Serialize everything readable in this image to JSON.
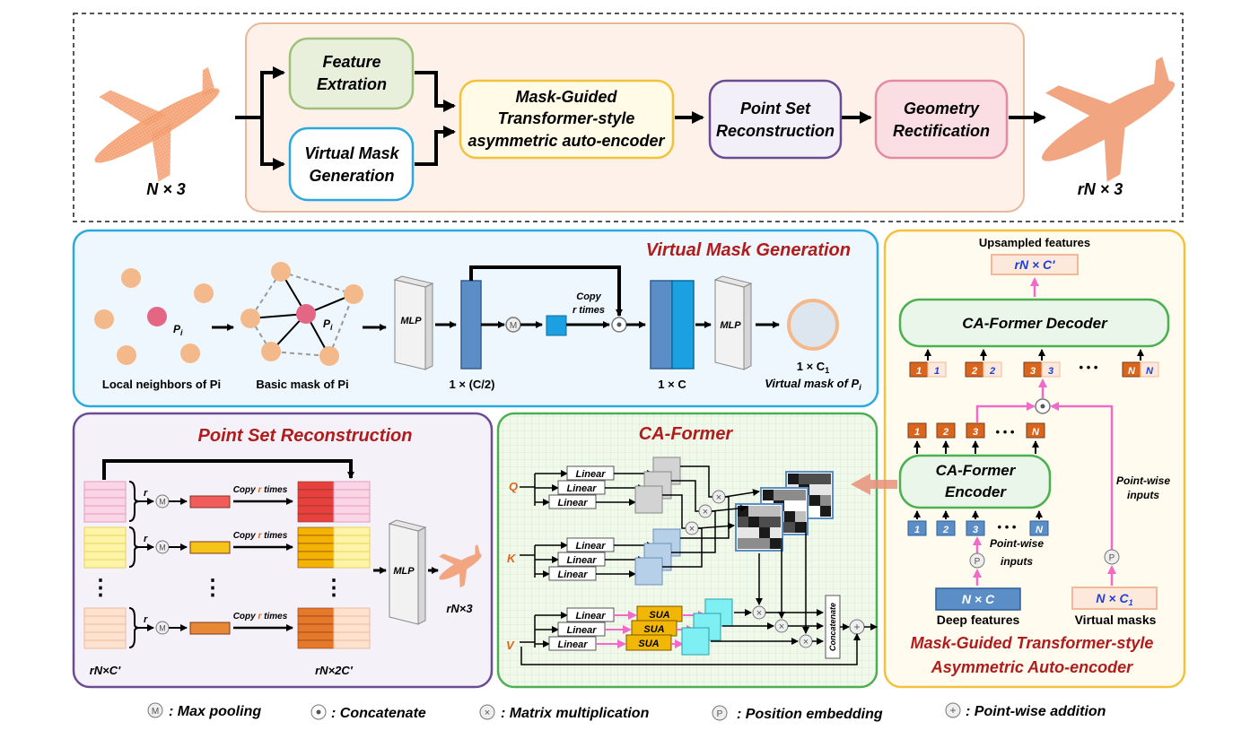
{
  "pipeline": {
    "input_label": "N × 3",
    "output_label": "rN × 3",
    "feature_extraction": [
      "Feature",
      "Extration"
    ],
    "virtual_mask": [
      "Virtual Mask",
      "Generation"
    ],
    "mask_guided": [
      "Mask-Guided",
      "Transformer-style",
      "asymmetric auto-encoder"
    ],
    "point_set": [
      "Point Set",
      "Reconstruction"
    ],
    "geometry": [
      "Geometry",
      "Rectification"
    ]
  },
  "vmg": {
    "title": "Virtual Mask Generation",
    "pi": "P",
    "pi_sub": "i",
    "local_neighbors": "Local neighbors of Pi",
    "basic_mask": "Basic mask of Pi",
    "mlp": "MLP",
    "dim_half": "1 × (C/2)",
    "copy": [
      "Copy",
      "r times"
    ],
    "dim_c": "1 × C",
    "dim_c1": "1 × C",
    "dim_c1_sub": "1",
    "virtual_mask_of": "Virtual mask of P",
    "virtual_mask_sub": "i"
  },
  "psr": {
    "title": "Point Set Reconstruction",
    "r": "r",
    "m": "M",
    "copy_prefix": "Copy ",
    "copy_r": "r",
    "copy_suffix": " times",
    "dots": "⋮",
    "mlp": "MLP",
    "left_label": "rN×C'",
    "right_label": "rN×2C'",
    "out_label": "rN×3"
  },
  "caformer": {
    "title": "CA-Former",
    "q": "Q",
    "k": "K",
    "v": "V",
    "linear": "Linear",
    "sua": "SUA",
    "concatenate": "Concatenate"
  },
  "autoencoder": {
    "upsampled": "Upsampled features",
    "out_dim": "rN × C'",
    "decoder": "CA-Former Decoder",
    "encoder": [
      "CA-Former",
      "Encoder"
    ],
    "tokens": [
      "1",
      "2",
      "3",
      "N"
    ],
    "dots": "• • •",
    "pointwise": [
      "Point-wise",
      "inputs"
    ],
    "deep_dim": "N × C",
    "deep_label": "Deep features",
    "virtual_dim": "N × C",
    "virtual_sub": "1",
    "virtual_label": "Virtual masks",
    "title": [
      "Mask-Guided Transformer-style",
      "Asymmetric Auto-encoder"
    ],
    "p": "P"
  },
  "legend": {
    "m_sym": "M",
    "max_pooling": "Max pooling",
    "concatenate": "Concatenate",
    "matmul": "Matrix multiplication",
    "p_sym": "P",
    "position": "Position embedding",
    "addition": "Point-wise addition"
  },
  "colors": {
    "dark_red_title": "#b01c1c",
    "orange_token": "#d9661c",
    "blue_block": "#5b8ec7",
    "pink_arrow": "#f06ac8",
    "sua_yellow": "#f2b705",
    "green_border": "#4caf50",
    "blue_border": "#29a9e0",
    "purple_border": "#6a4c93",
    "yellow_border": "#f2c23c"
  }
}
